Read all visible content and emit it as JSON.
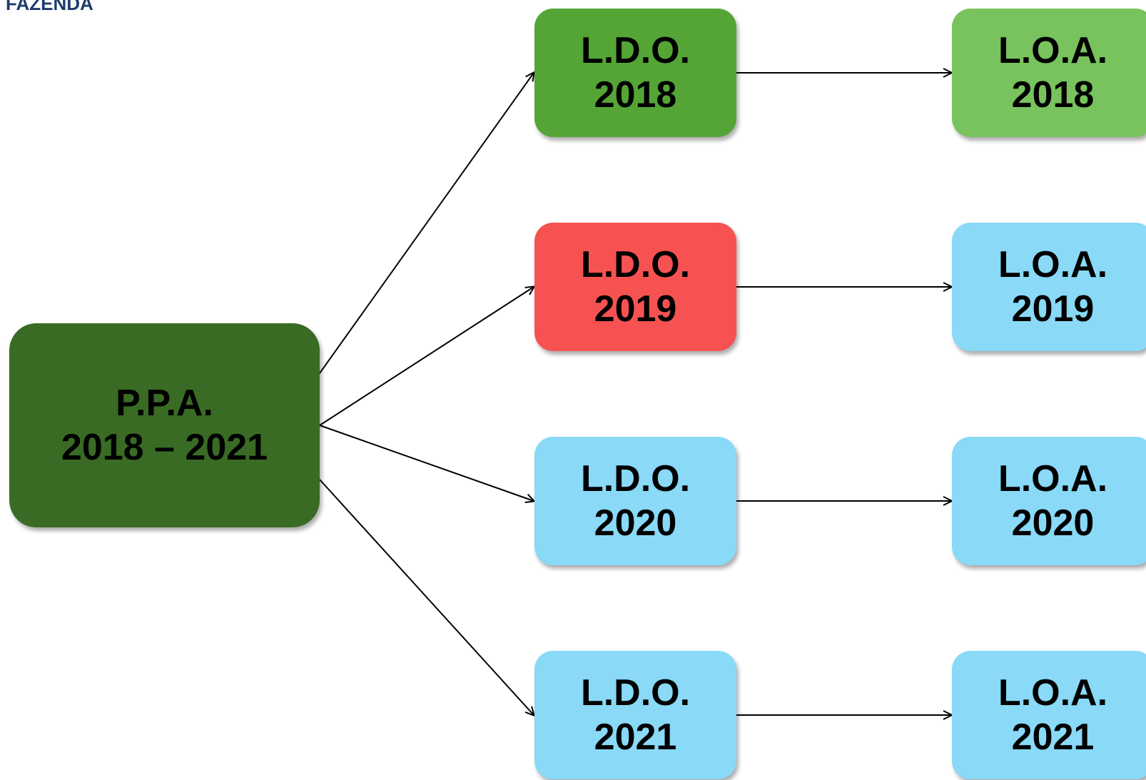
{
  "header": {
    "logo_text": "FAZENDA"
  },
  "colors": {
    "ppa": "#3a6b24",
    "ldo_2018": "#54a535",
    "loa_2018": "#78c35d",
    "ldo_2019": "#f65252",
    "default_box": "#89d9f7",
    "connector": "#000000"
  },
  "diagram": {
    "ppa": {
      "line1": "P.P.A.",
      "line2": "2018 – 2021"
    },
    "ldo": [
      {
        "line1": "L.D.O.",
        "line2": "2018"
      },
      {
        "line1": "L.D.O.",
        "line2": "2019"
      },
      {
        "line1": "L.D.O.",
        "line2": "2020"
      },
      {
        "line1": "L.D.O.",
        "line2": "2021"
      }
    ],
    "loa": [
      {
        "line1": "L.O.A.",
        "line2": "2018"
      },
      {
        "line1": "L.O.A.",
        "line2": "2019"
      },
      {
        "line1": "L.O.A.",
        "line2": "2020"
      },
      {
        "line1": "L.O.A.",
        "line2": "2021"
      }
    ]
  }
}
